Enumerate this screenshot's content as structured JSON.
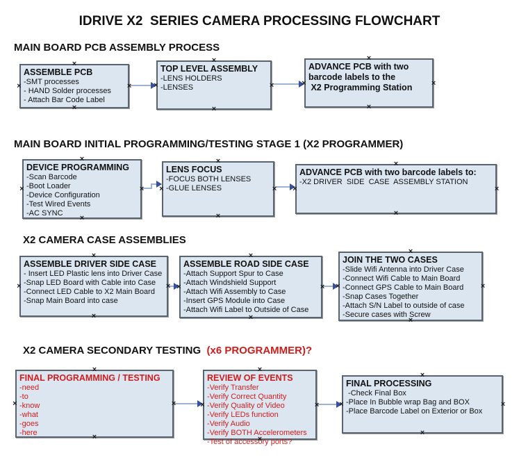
{
  "title": "IDRIVE X2  SERIES CAMERA PROCESSING FLOWCHART",
  "colors": {
    "box_fill": "#dce6f1",
    "box_border": "#5a646e",
    "connector_line": "#9db3d1",
    "connector_arrowhead": "#36509e",
    "accent_red": "#cf1d1d",
    "text": "#111111",
    "background": "#ffffff"
  },
  "icons": {
    "handle": "×",
    "handle_meaning": "shape connection/selection handle",
    "arrowhead": "right-pointing triangle"
  },
  "sections": [
    {
      "header": "MAIN BOARD PCB ASSEMBLY PROCESS",
      "boxes": [
        {
          "title": "ASSEMBLE PCB",
          "items": [
            "-SMT processes",
            "- HAND Solder processes",
            "- Attach Bar Code Label"
          ]
        },
        {
          "title": "TOP LEVEL ASSEMBLY",
          "items": [
            "-LENS HOLDERS",
            "-LENSES"
          ]
        },
        {
          "title": "ADVANCE PCB with two\nbarcode labels to the\n X2 Programming Station",
          "items": []
        }
      ]
    },
    {
      "header": "MAIN BOARD INITIAL PROGRAMMING/TESTING STAGE 1 (X2 PROGRAMMER)",
      "boxes": [
        {
          "title": "DEVICE PROGRAMMING",
          "items": [
            "-Scan Barcode",
            "-Boot Loader",
            "-Device Configuration",
            "-Test Wired Events",
            "-AC SYNC"
          ]
        },
        {
          "title": "LENS FOCUS",
          "items": [
            "-FOCUS BOTH LENSES",
            "-GLUE LENSES"
          ]
        },
        {
          "title": "ADVANCE PCB with two barcode labels to:",
          "items": [
            "-X2 DRIVER  SIDE  CASE  ASSEMBLY STATION"
          ]
        }
      ]
    },
    {
      "header": "X2 CAMERA CASE ASSEMBLIES",
      "boxes": [
        {
          "title": "ASSEMBLE DRIVER SIDE CASE",
          "items": [
            "- Insert LED Plastic lens into Driver Case",
            "-Snap LED Board with Cable into Case",
            "-Connect LED Cable to X2 Main Board",
            "-Snap Main Board into case"
          ]
        },
        {
          "title": "ASSEMBLE ROAD SIDE CASE",
          "items": [
            "-Attach Support Spur to Case",
            "-Attach Windshield Support",
            "-Attach Wifi Assembly to Case",
            "-Insert GPS Module into Case",
            "-Attach Wifi Label to Outside of Case"
          ]
        },
        {
          "title": "JOIN THE TWO CASES",
          "items": [
            "-Slide Wifi Antenna into Driver Case",
            "-Connect Wifi Cable to Main Board",
            "-Connect GPS Cable to Main Board",
            "-Snap Cases Together",
            "-Attach S/N Label to outside of case",
            "-Secure cases with Screw"
          ]
        }
      ]
    },
    {
      "header": "X2 CAMERA SECONDARY TESTING",
      "header_suffix": "  (x6 PROGRAMMER)?",
      "boxes": [
        {
          "title": "FINAL PROGRAMMING / TESTING",
          "items": [
            "-need",
            "-to",
            "-know",
            "-what",
            "-goes",
            "-here"
          ]
        },
        {
          "title": "REVIEW OF EVENTS",
          "items": [
            "-Verify Transfer",
            "-Verify Correct Quantity",
            "-Verify Quality of Video",
            "-Verify LEDs function",
            "-Verify Audio",
            "-Verify BOTH Accelerometers",
            "-Test of accessory ports?"
          ]
        },
        {
          "title": "FINAL PROCESSING",
          "items": [
            " -Check Final Box",
            "-Place In Bubble wrap Bag and BOX",
            "-Place Barcode Label on Exterior or Box"
          ]
        }
      ]
    }
  ]
}
